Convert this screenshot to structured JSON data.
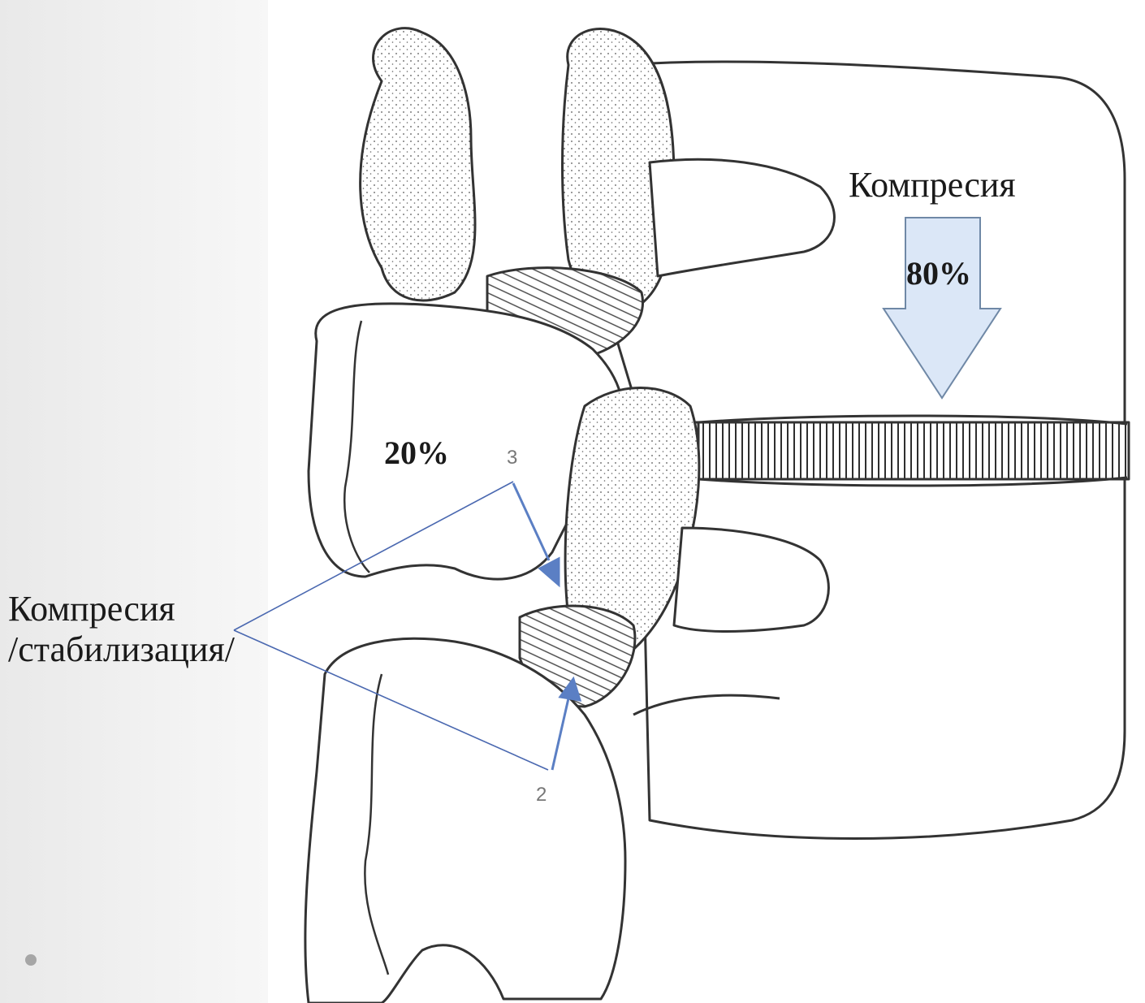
{
  "labels": {
    "compression_top": "Компресия",
    "percent_80": "80%",
    "percent_20": "20%",
    "compression_left": "Компресия",
    "stabilization": "/стабилизация/",
    "num_3": "3",
    "num_2": "2"
  },
  "colors": {
    "arrow_fill": "#dbe7f7",
    "arrow_stroke": "#6f88a6",
    "small_arrow": "#5b7fc4",
    "callout_line": "#4a68b0",
    "outline": "#333333",
    "left_panel": "#efefef"
  },
  "icons": {
    "bullet": "bullet-dot-icon"
  }
}
